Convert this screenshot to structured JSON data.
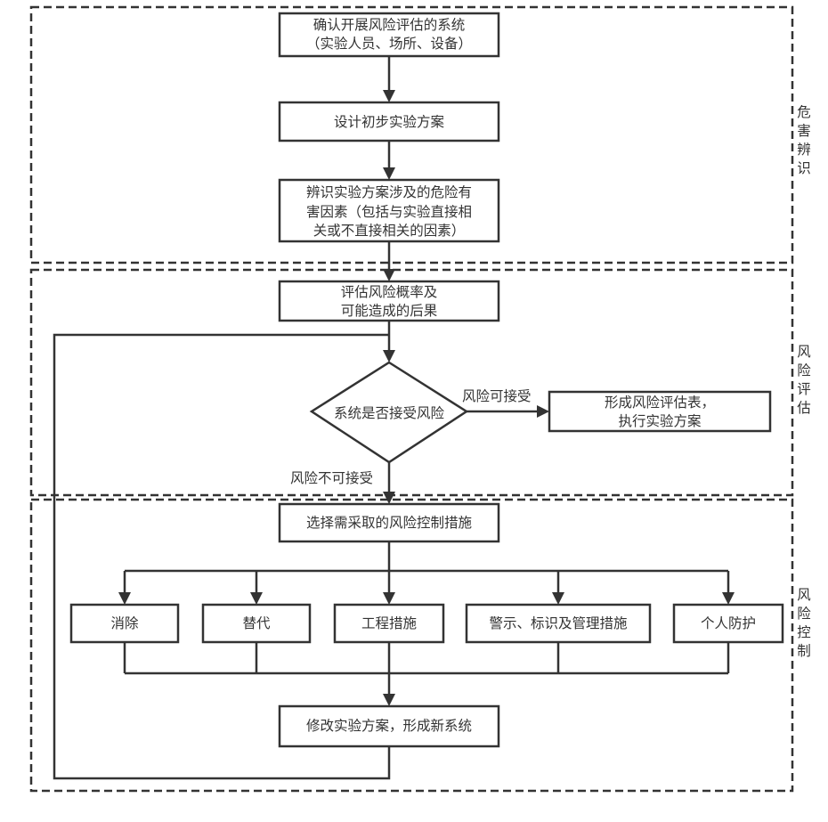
{
  "phases": {
    "hazard_identification": "危害辨识",
    "risk_assessment": "风险评估",
    "risk_control": "风险控制"
  },
  "nodes": {
    "confirm_system": {
      "lines": [
        "确认开展风险评估的系统",
        "（实验人员、场所、设备）"
      ]
    },
    "preliminary_plan": {
      "lines": [
        "设计初步实验方案"
      ]
    },
    "identify_hazards": {
      "lines": [
        "辨识实验方案涉及的危险有",
        "害因素（包括与实验直接相",
        "关或不直接相关的因素）"
      ]
    },
    "evaluate_risk": {
      "lines": [
        "评估风险概率及",
        "可能造成的后果"
      ]
    },
    "decision": {
      "lines": [
        "系统是否接受风险"
      ]
    },
    "form_table": {
      "lines": [
        "形成风险评估表，",
        "执行实验方案"
      ]
    },
    "select_controls": {
      "lines": [
        "选择需采取的风险控制措施"
      ]
    },
    "elimination": {
      "lines": [
        "消除"
      ]
    },
    "substitution": {
      "lines": [
        "替代"
      ]
    },
    "engineering": {
      "lines": [
        "工程措施"
      ]
    },
    "warning_mgmt": {
      "lines": [
        "警示、标识及管理措施"
      ]
    },
    "ppe": {
      "lines": [
        "个人防护"
      ]
    },
    "revise_plan": {
      "lines": [
        "修改实验方案，形成新系统"
      ]
    }
  },
  "edges": {
    "accept": "风险可接受",
    "not_accept": "风险不可接受"
  },
  "colors": {
    "line": "#333333",
    "background": "#ffffff"
  }
}
